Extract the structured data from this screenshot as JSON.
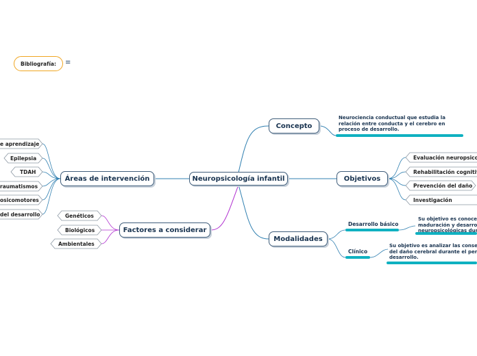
{
  "root": {
    "label": "Neuropsicología infantil"
  },
  "bibliography": {
    "label": "Bibliografía:",
    "icon": "menu-lines-icon"
  },
  "branches": {
    "concepto": {
      "label": "Concepto",
      "note": [
        "Neurociencia conductual que estudia la",
        "relación entre conducta y el cerebro en",
        "proceso de desarrollo."
      ]
    },
    "objetivos": {
      "label": "Objetivos",
      "items": [
        "Evaluación neuropsicoló",
        "Rehabilitación cognitiva",
        "Prevención del daño",
        "Investigación"
      ]
    },
    "modalidades": {
      "label": "Modalidades",
      "subs": [
        {
          "label": "Desarrollo básico",
          "note": [
            "Su objetivo es conocer",
            "maduración y desarro",
            "neuropsicológicas dur"
          ]
        },
        {
          "label": "Clínico",
          "note": [
            "Su objetivo es analizar las conse",
            "del daño cerebral durante el peri",
            "desarrollo."
          ]
        }
      ]
    },
    "areas": {
      "label": "Áreas de intervención",
      "items": [
        "e aprendizaje",
        "Epilepsia",
        "TDAH",
        "raumatismos",
        "osicomotores",
        "del desarrollo"
      ]
    },
    "factores": {
      "label": "Factores a considerar",
      "items": [
        "Genéticos",
        "Biológicos",
        "Ambientales"
      ]
    }
  },
  "colors": {
    "accent": "#0fb1c1",
    "blue_link": "#2f7fb0",
    "purple_link": "#b02fd0",
    "bib_border": "#f0a520"
  }
}
